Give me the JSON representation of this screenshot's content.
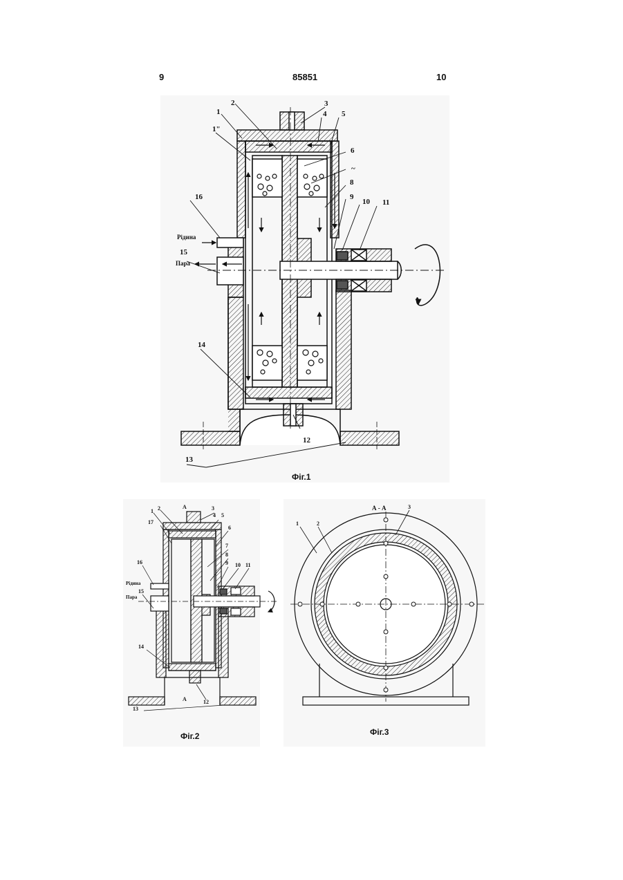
{
  "header": {
    "left_page": "9",
    "patent_number": "85851",
    "right_page": "10"
  },
  "fig1": {
    "caption": "Фіг.1",
    "labels": [
      "1",
      "1\"",
      "2",
      "3",
      "4",
      "5",
      "6",
      "~",
      "8",
      "9",
      "10",
      "11",
      "12",
      "13",
      "14",
      "15",
      "16"
    ],
    "inlet_label": "Рідина",
    "outlet_label": "Пара"
  },
  "fig2": {
    "caption": "Фіг.2",
    "section_mark": "А",
    "labels": [
      "1",
      "2",
      "3",
      "4",
      "5",
      "6",
      "7",
      "8",
      "9",
      "10",
      "11",
      "12",
      "13",
      "14",
      "15",
      "16",
      "17"
    ],
    "inlet_label": "Рідина",
    "outlet_label": "Пара"
  },
  "fig3": {
    "caption": "Фіг.3",
    "section_title": "А - А",
    "labels": [
      "1",
      "2",
      "3"
    ]
  },
  "colors": {
    "ink": "#111111",
    "panel": "#f7f7f7"
  }
}
